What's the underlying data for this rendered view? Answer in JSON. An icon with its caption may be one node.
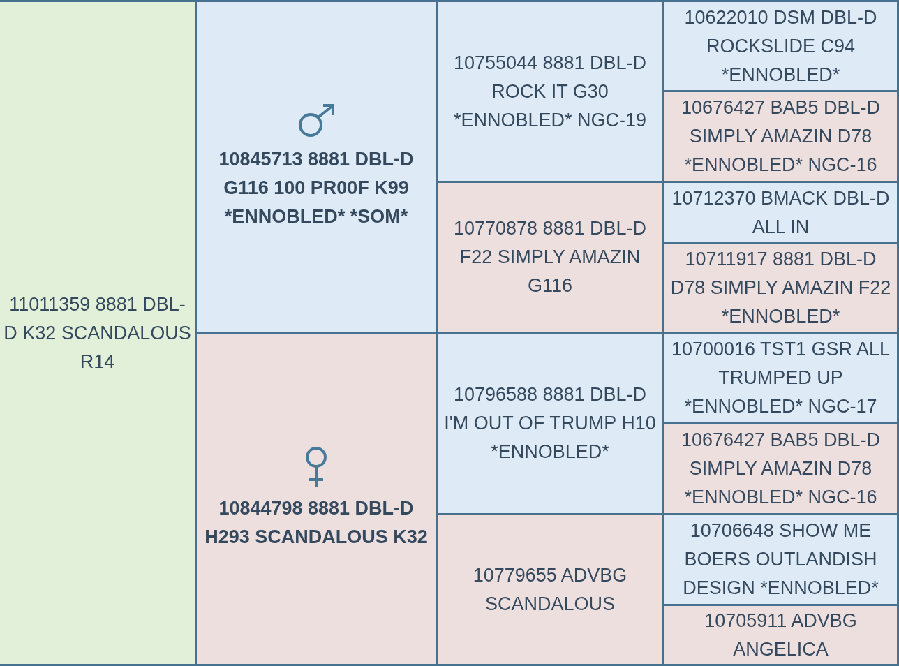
{
  "diagram": {
    "nodes": [
      {
        "text": [
          "11011359 8881 DBL-D K32 SCANDALOUS R14"
        ]
      },
      {
        "text": [
          "10845713 8881 DBL-D G116 100 PR00F K99 *ENNOBLED* *SOM*"
        ]
      },
      {
        "text": [
          "10755044 8881 DBL-D ROCK IT G30 *ENNOBLED* NGC-19"
        ]
      },
      {
        "text": [
          "10622010 DSM DBL-D ROCKSLIDE C94 *ENNOBLED*"
        ]
      },
      {
        "text": [
          "10676427 BAB5 DBL-D SIMPLY AMAZIN D78 *ENNOBLED* NGC-16"
        ]
      },
      {
        "text": [
          "10770878 8881 DBL-D F22 SIMPLY AMAZIN G116"
        ]
      },
      {
        "text": [
          "10712370 BMACK DBL-D ALL IN"
        ]
      },
      {
        "text": [
          "10711917 8881 DBL-D D78 SIMPLY AMAZIN F22 *ENNOBLED*"
        ]
      },
      {
        "text": [
          "10844798 8881 DBL-D H293 SCANDALOUS K32"
        ]
      },
      {
        "text": [
          "10796588 8881 DBL-D I'M OUT OF TRUMP H10 *ENNOBLED*"
        ]
      },
      {
        "text": [
          "10700016 TST1 GSR ALL TRUMPED UP *ENNOBLED* NGC-17"
        ]
      },
      {
        "text": [
          "10676427 BAB5 DBL-D SIMPLY AMAZIN D78 *ENNOBLED* NGC-16"
        ]
      },
      {
        "text": [
          "10779655 ADVBG SCANDALOUS"
        ]
      },
      {
        "text": [
          "10706648 SHOW ME BOERS OUTLANDISH DESIGN *ENNOBLED*"
        ]
      },
      {
        "text": [
          "10705911 ADVBG ANGELICA"
        ]
      }
    ]
  }
}
